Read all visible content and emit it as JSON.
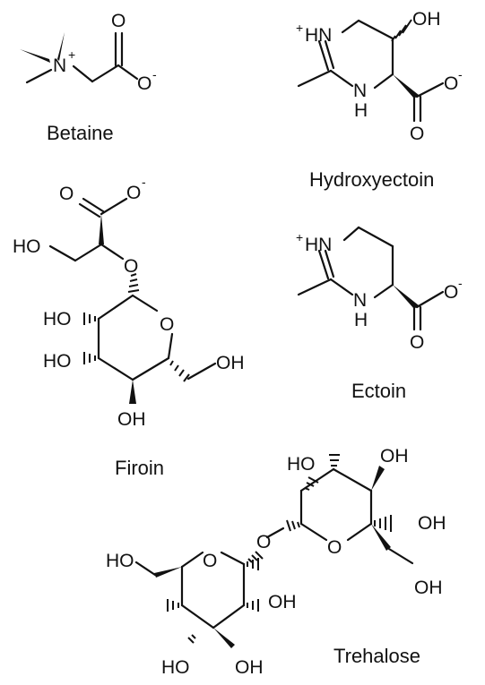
{
  "molecules": [
    {
      "name": "Betaine",
      "atoms": {
        "n": "N",
        "o1": "O",
        "o2": "O",
        "plus": "+",
        "minus": "-"
      }
    },
    {
      "name": "Hydroxyectoin",
      "atoms": {
        "hn": "HN",
        "plus": "+",
        "oh": "OH",
        "n": "N",
        "h": "H",
        "o1": "O",
        "o2": "O",
        "minus": "-"
      }
    },
    {
      "name": "Firoin",
      "atoms": {
        "o1": "O",
        "minus": "-",
        "o2": "O",
        "ho1": "HO",
        "o3": "O",
        "o4": "O",
        "ho2": "HO",
        "ho3": "HO",
        "oh1": "OH",
        "oh2": "OH"
      }
    },
    {
      "name": "Ectoin",
      "atoms": {
        "hn": "HN",
        "plus": "+",
        "n": "N",
        "h": "H",
        "o1": "O",
        "o2": "O",
        "minus": "-"
      }
    },
    {
      "name": "Trehalose",
      "atoms": {
        "ho1": "HO",
        "oh1": "OH",
        "oh2": "OH",
        "o1": "O",
        "o2": "O",
        "ho2": "HO",
        "oh3": "OH",
        "o3": "O",
        "oh4": "OH",
        "ho3": "HO",
        "oh5": "OH"
      }
    }
  ],
  "colors": {
    "ink": "#111111",
    "background": "#ffffff"
  }
}
